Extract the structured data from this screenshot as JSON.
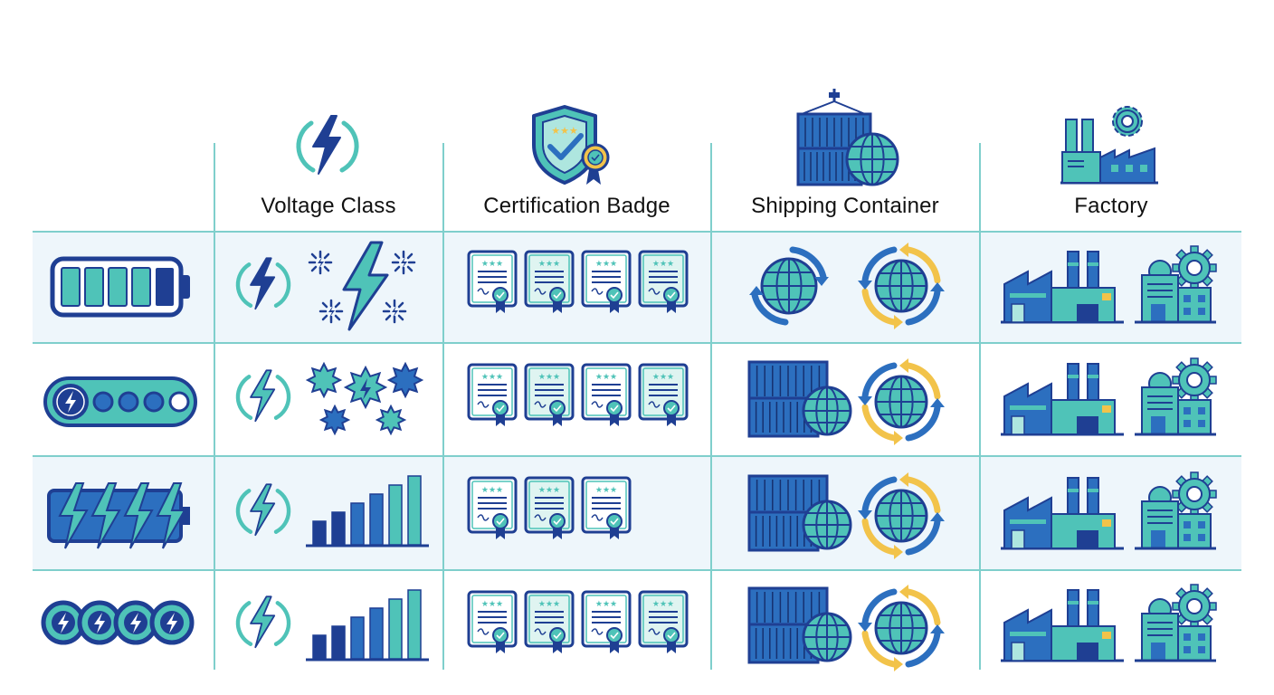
{
  "columns": [
    {
      "label": "Voltage Class",
      "icon": "lightning-bolt-icon"
    },
    {
      "label": "Certification Badge",
      "icon": "shield-badge-icon"
    },
    {
      "label": "Shipping Container",
      "icon": "container-globe-icon"
    },
    {
      "label": "Factory",
      "icon": "factory-gear-icon"
    }
  ],
  "rows": [
    {
      "name": "battery-bar",
      "cert_count": 4,
      "voltage_variant": "sparks",
      "ship_variant": "globe-only"
    },
    {
      "name": "dot-slider",
      "cert_count": 4,
      "voltage_variant": "stars",
      "ship_variant": "container"
    },
    {
      "name": "lightning-battery",
      "cert_count": 3,
      "voltage_variant": "bars",
      "ship_variant": "container"
    },
    {
      "name": "chain-rings",
      "cert_count": 4,
      "voltage_variant": "bars",
      "ship_variant": "container"
    }
  ],
  "colors": {
    "navy": "#1f3f93",
    "blue": "#2c6fbf",
    "teal": "#4fc3b8",
    "light_teal": "#aee6df",
    "gold": "#f2c34a",
    "grid": "#7fcfcc",
    "band": "#eef6fb"
  }
}
